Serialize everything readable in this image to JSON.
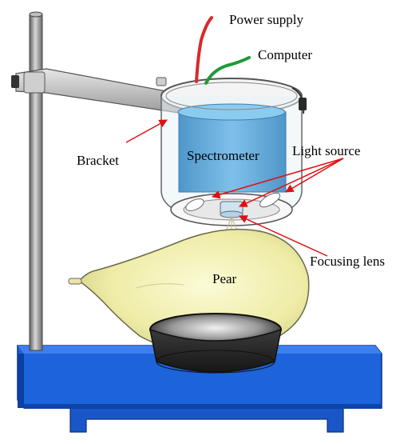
{
  "figure": {
    "labels": {
      "power_supply": "Power supply",
      "computer": "Computer",
      "bracket": "Bracket",
      "light_source": "Light source",
      "spectrometer": "Spectrometer",
      "focusing_lens": "Focusing lens",
      "pear": "Pear"
    },
    "colors": {
      "stand_base": "#1a5fd6",
      "stand_base_side": "#0e44a8",
      "rod": "#8c8c8c",
      "spectrometer": "#6fb0dc",
      "pear_fill": "#f3f2b5",
      "pear_outline": "#6b6b4a",
      "dish": "#2d2d2d",
      "power_cable": "#d92a2a",
      "computer_cable": "#1f9a3a",
      "pointer_arrow": "#e01010"
    }
  }
}
